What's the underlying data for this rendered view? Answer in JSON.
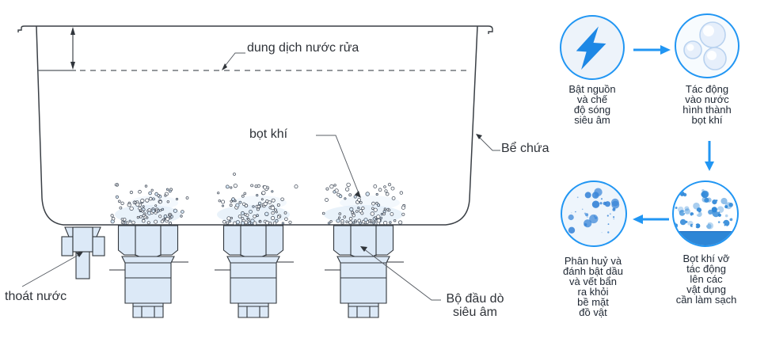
{
  "diagram": {
    "labels": {
      "solution": "dung dịch nước rửa",
      "air_bubbles": "bọt khí",
      "tank": "Bể chứa",
      "drain": "thoát nước",
      "transducer_lines": [
        "Bộ đầu dò",
        "siêu âm"
      ]
    }
  },
  "flow": {
    "steps": [
      {
        "name": "power-on",
        "icon": "lightning-icon",
        "lines": [
          "Bật nguồn",
          "và chế",
          "độ sóng",
          "siêu âm"
        ]
      },
      {
        "name": "bubbles-form",
        "icon": "bubbles-icon",
        "lines": [
          "Tác động",
          "vào nước",
          "hình thành",
          "bọt khí"
        ]
      },
      {
        "name": "bubbles-burst",
        "icon": "splash-icon",
        "lines": [
          "Bọt khí vỡ",
          "tác động",
          "lên các",
          "vật dụng",
          "cần làm sạch"
        ]
      },
      {
        "name": "detach-dirt",
        "icon": "debris-icon",
        "lines": [
          "Phân huỷ và",
          "đánh bật dầu",
          "và vết bẩn",
          "ra khỏi",
          "bề mặt",
          "đồ vật"
        ]
      }
    ]
  },
  "colors": {
    "accent": "#2196f3",
    "bolt": "#1e88e5",
    "water": "#2e86d6",
    "component_fill": "#dce9f7",
    "line": "#3a3f45",
    "text": "#1e2733"
  }
}
